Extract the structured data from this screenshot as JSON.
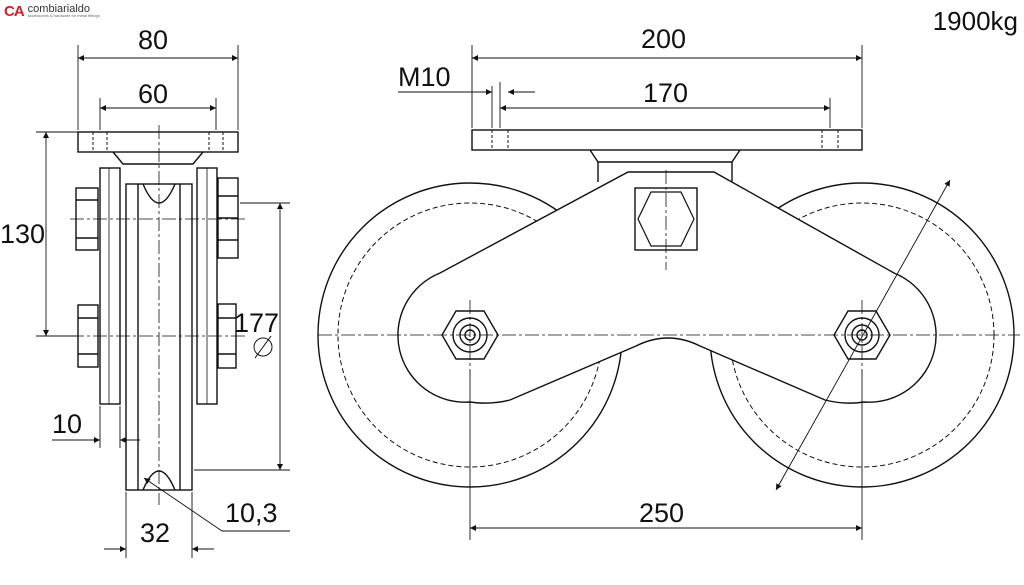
{
  "brand": {
    "mark": "CA",
    "name": "combiarialdo",
    "tagline": "accessories & hardware for metal fittings"
  },
  "load_rating": "1900kg",
  "side_view": {
    "width_top": "80",
    "bolt_spacing_side": "60",
    "height": "130",
    "wheel_diameter": "177",
    "plate_thickness": "10",
    "groove_radius": "10,3",
    "wheel_width": "32"
  },
  "front_view": {
    "plate_length": "200",
    "thread": "M10",
    "hole_spacing": "170",
    "axle_spacing": "250"
  },
  "colors": {
    "line": "#111111",
    "brand_red": "#d0202a"
  }
}
